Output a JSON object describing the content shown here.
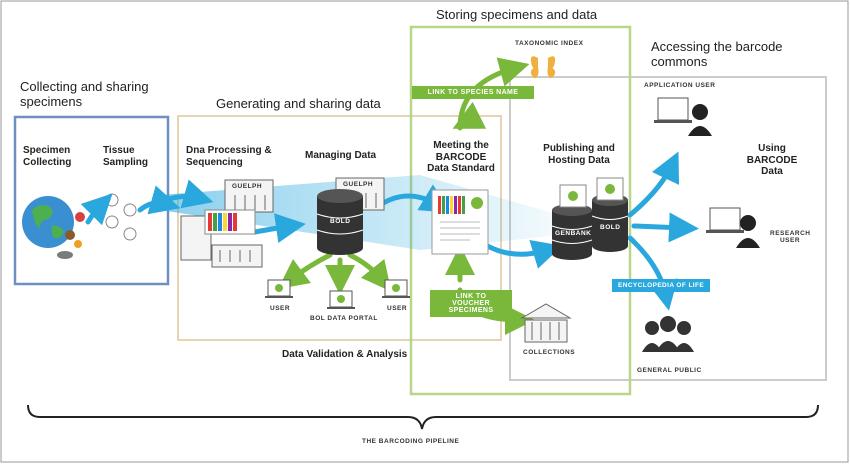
{
  "sections": {
    "collecting": "Collecting and sharing specimens",
    "generating": "Generating and sharing data",
    "storing": "Storing specimens and data",
    "accessing": "Accessing the barcode commons"
  },
  "steps": {
    "specimen_collecting": "Specimen Collecting",
    "tissue_sampling": "Tissue Sampling",
    "dna_processing": "Dna Processing & Sequencing",
    "managing_data": "Managing Data",
    "meeting_standard": "Meeting the BARCODE Data Standard",
    "publishing": "Publishing and Hosting Data",
    "using_barcode": "Using BARCODE Data"
  },
  "tags": {
    "link_species": "LINK TO SPECIES NAME",
    "link_voucher": "LINK TO VOUCHER SPECIMENS",
    "eol": "ENCYCLOPEDIA OF LIFE"
  },
  "labels": {
    "taxonomic_index": "TAXONOMIC INDEX",
    "application_user": "APPLICATION USER",
    "research_user": "RESEARCH USER",
    "general_public": "GENERAL PUBLIC",
    "collections": "COLLECTIONS",
    "user_left": "USER",
    "user_right": "USER",
    "bol_portal": "BOL DATA PORTAL",
    "data_validation": "Data Validation & Analysis",
    "pipeline": "THE BARCODING PIPELINE",
    "guelph1": "GUELPH",
    "guelph2": "GUELPH",
    "bold1": "BOLD",
    "bold2": "BOLD",
    "genbank": "GENBANK"
  },
  "colors": {
    "blue_arrow": "#2aa8de",
    "green_arrow": "#79b83a",
    "collect_frame": "#6f8fc0",
    "generate_frame": "#e8d3b3",
    "store_frame": "#b9d58a",
    "access_frame": "#cccccc"
  }
}
